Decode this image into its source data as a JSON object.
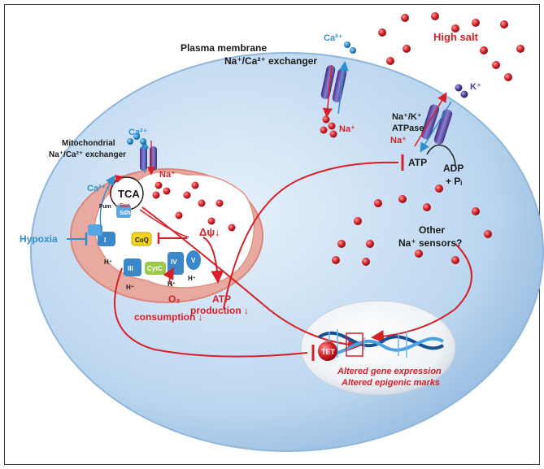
{
  "labels": {
    "plasma_membrane_line1": "Plasma membrane",
    "plasma_membrane_line2": "Na⁺/Ca²⁺ exchanger",
    "ca_outside": "Ca²⁺",
    "na_outside": "Na⁺",
    "high_salt": "High salt",
    "k_plus": "K⁺",
    "atpase_line1": "Na⁺/K⁺",
    "atpase_line2": "ATPase",
    "na_atpase": "Na⁺",
    "atp_pump": "ATP",
    "adp": "ADP",
    "pi": "+ Pᵢ",
    "mito_exchanger_line1": "Mitochondrial",
    "mito_exchanger_line2": "Na⁺/Ca²⁺ exchanger",
    "ca_mito": "Ca²⁺",
    "na_mito": "Na⁺",
    "ca_up": "Ca²⁺↑",
    "tca": "TCA",
    "fum": "Fum",
    "suc": "Suc",
    "sdha": "Sdha",
    "hypoxia": "Hypoxia",
    "hplus_1": "H⁺",
    "hplus_3": "H⁺",
    "hplus_4": "H⁺",
    "hplus_5": "H⁺",
    "coq": "CoQ",
    "cytc": "CytC",
    "complex_i": "I",
    "complex_iii": "III",
    "complex_iv": "IV",
    "complex_v": "V",
    "delta_psi": "Δψ↓",
    "o2_line1": "O₂",
    "o2_line2": "consumption ↓",
    "atp_prod_line1": "ATP",
    "atp_prod_line2": "production ↓",
    "other_line1": "Other",
    "other_line2": "Na⁺ sensors?",
    "tet": "TET",
    "gene_expression": "Altered gene expression",
    "epigenetic_marks": "Altered epigenic marks"
  },
  "colors": {
    "cell": "#bcd6ef",
    "cell_edge": "#8fb6dc",
    "mito_outer": "#e8aaa0",
    "mito_inner": "#ffffff",
    "accent_red": "#d62027",
    "accent_blue": "#2f8fd1",
    "transporter": "#6a5aa6",
    "label_dark": "#1a1a1a"
  }
}
